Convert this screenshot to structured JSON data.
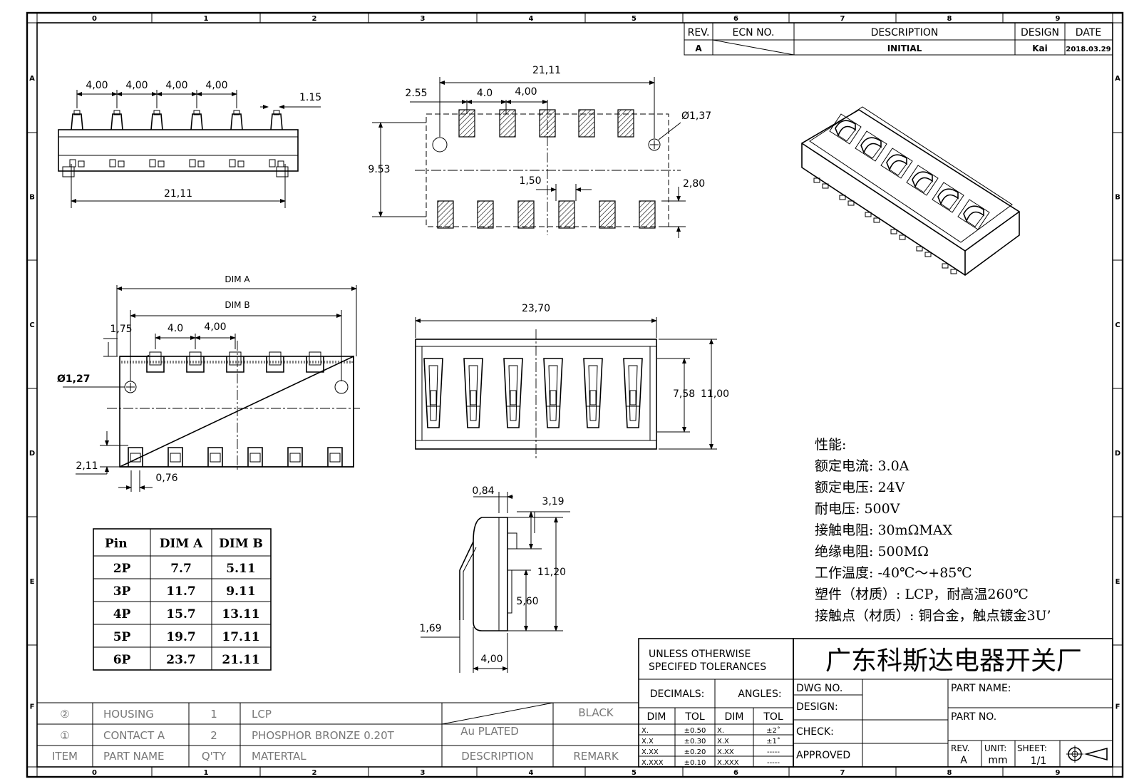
{
  "grid": {
    "cols": [
      "0",
      "1",
      "2",
      "3",
      "4",
      "5",
      "6",
      "7",
      "8",
      "9"
    ],
    "rows": [
      "A",
      "B",
      "C",
      "D",
      "E",
      "F"
    ]
  },
  "revision_block": {
    "headers": {
      "rev": "REV.",
      "ecn": "ECN NO.",
      "description": "DESCRIPTION",
      "design": "DESIGN",
      "date": "DATE"
    },
    "row": {
      "rev": "A",
      "ecn": "",
      "description": "INITIAL",
      "design": "Kai",
      "date": "2018.03.29"
    }
  },
  "dims": {
    "top_pitch": [
      "4,00",
      "4,00",
      "4,00",
      "4,00"
    ],
    "top_pin_width": "1.15",
    "top_length": "21,11",
    "pcb_overall": "21,11",
    "pcb_edge": "2.55",
    "pcb_pitch_a": "4.0",
    "pcb_pitch_b": "4,00",
    "pcb_hole": "Ø1,37",
    "pcb_height": "9.53",
    "pcb_pad_width": "1,50",
    "pcb_pad_length": "2,80",
    "dim_a": "DIM A",
    "dim_b": "DIM B",
    "bottom_pitch_a": "4.0",
    "bottom_pitch_b": "4,00",
    "bottom_offset": "1,75",
    "bottom_hole": "Ø1,27",
    "bottom_lead": "2,11",
    "bottom_pin": "0,76",
    "front_length": "23,70",
    "front_inner_h": "7,58",
    "front_outer_h": "11,00",
    "side_a": "0,84",
    "side_b": "3,19",
    "side_height": "11,20",
    "side_mid": "5,60",
    "side_left": "1,69",
    "side_width": "4,00"
  },
  "pin_table": {
    "headers": [
      "Pin",
      "DIM A",
      "DIM B"
    ],
    "rows": [
      [
        "2P",
        "7.7",
        "5.11"
      ],
      [
        "3P",
        "11.7",
        "9.11"
      ],
      [
        "4P",
        "15.7",
        "13.11"
      ],
      [
        "5P",
        "19.7",
        "17.11"
      ],
      [
        "6P",
        "23.7",
        "21.11"
      ]
    ]
  },
  "specs": [
    "性能:",
    "额定电流: 3.0A",
    "额定电压: 24V",
    "耐电压: 500V",
    "接触电阻: 30mΩMAX",
    "绝缘电阻: 500MΩ",
    "工作温度: -40℃～+85℃",
    "塑件（材质）: LCP，耐高温260℃",
    "接触点（材质）: 铜合金，触点镀金3U’"
  ],
  "bom": {
    "rows": [
      {
        "item": "②",
        "part": "HOUSING",
        "qty": "1",
        "material": "LCP",
        "description": "",
        "remark": "BLACK"
      },
      {
        "item": "①",
        "part": "CONTACT A",
        "qty": "2",
        "material": "PHOSPHOR BRONZE 0.20T",
        "description": "Au PLATED",
        "remark": ""
      }
    ],
    "header": {
      "item": "ITEM",
      "part": "PART NAME",
      "qty": "Q'TY",
      "material": "MATERTAL",
      "description": "DESCRIPTION",
      "remark": "REMARK"
    }
  },
  "tolerances": {
    "title_line1": "UNLESS OTHERWISE",
    "title_line2": "SPECIFED TOLERANCES",
    "decimals": "DECIMALS:",
    "angles": "ANGLES:",
    "dim": "DIM",
    "tol": "TOL",
    "dec_rows": [
      [
        "X.",
        "±0.50"
      ],
      [
        "X.X",
        "±0.30"
      ],
      [
        "X.XX",
        "±0.20"
      ],
      [
        "X.XXX",
        "±0.10"
      ]
    ],
    "ang_rows": [
      [
        "X.",
        "±2˚"
      ],
      [
        "X.X",
        "±1˚"
      ],
      [
        "X.XX",
        "-----"
      ],
      [
        "X.XXX",
        "-----"
      ]
    ]
  },
  "title_block": {
    "company": "广东科斯达电器开关厂",
    "dwg_no": "DWG NO.",
    "design": "DESIGN:",
    "check": "CHECK:",
    "approved": "APPROVED",
    "part_name": "PART NAME:",
    "part_no": "PART NO.",
    "rev_label": "REV.",
    "rev_value": "A",
    "unit_label": "UNIT:",
    "unit_value": "mm",
    "sheet_label": "SHEET:",
    "sheet_value": "1/1"
  }
}
